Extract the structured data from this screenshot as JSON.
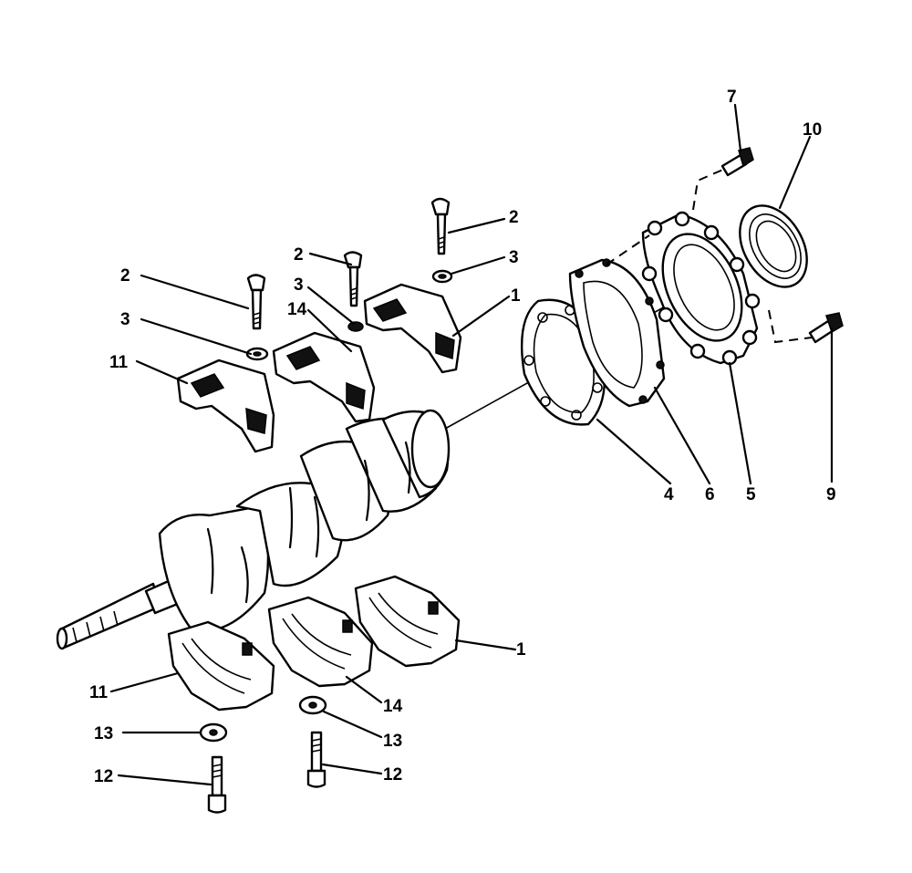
{
  "callouts": [
    {
      "id": "c7",
      "label": "7"
    },
    {
      "id": "c10",
      "label": "10"
    },
    {
      "id": "c2a",
      "label": "2"
    },
    {
      "id": "c3a",
      "label": "3"
    },
    {
      "id": "c1a",
      "label": "1"
    },
    {
      "id": "c2b",
      "label": "2"
    },
    {
      "id": "c3b",
      "label": "3"
    },
    {
      "id": "c14a",
      "label": "14"
    },
    {
      "id": "c2c",
      "label": "2"
    },
    {
      "id": "c3c",
      "label": "3"
    },
    {
      "id": "c11a",
      "label": "11"
    },
    {
      "id": "c4",
      "label": "4"
    },
    {
      "id": "c6",
      "label": "6"
    },
    {
      "id": "c5",
      "label": "5"
    },
    {
      "id": "c9",
      "label": "9"
    },
    {
      "id": "c1b",
      "label": "1"
    },
    {
      "id": "c11b",
      "label": "11"
    },
    {
      "id": "c14b",
      "label": "14"
    },
    {
      "id": "c13a",
      "label": "13"
    },
    {
      "id": "c13b",
      "label": "13"
    },
    {
      "id": "c12a",
      "label": "12"
    },
    {
      "id": "c12b",
      "label": "12"
    }
  ]
}
